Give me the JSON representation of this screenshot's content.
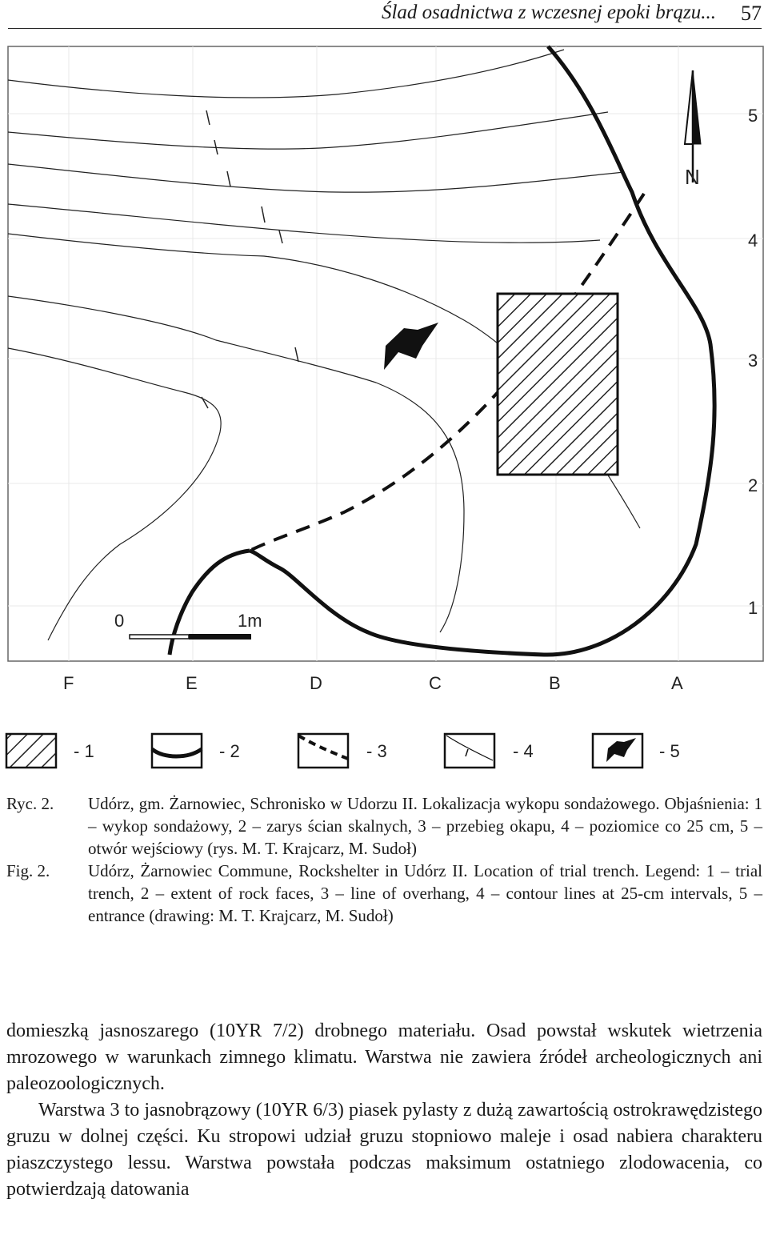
{
  "header": {
    "running_title": "Ślad osadnictwa z wczesnej epoki brązu...",
    "page_number": "57"
  },
  "figure": {
    "row_labels": [
      "5",
      "4",
      "3",
      "2",
      "1"
    ],
    "column_labels": [
      "F",
      "E",
      "D",
      "C",
      "B",
      "A"
    ],
    "north_label": "N",
    "scale": {
      "start": "0",
      "end": "1m"
    },
    "legend": [
      "- 1",
      "- 2",
      "- 3",
      "- 4",
      "- 5"
    ]
  },
  "caption": {
    "pl_label": "Ryc. 2.",
    "pl_text": "Udórz, gm. Żarnowiec, Schronisko w Udorzu II. Lokalizacja wykopu sondażowego. Objaśnienia: 1 – wykop sondażowy, 2 – zarys ścian skalnych, 3 – przebieg okapu, 4 – poziomice co 25 cm, 5 – otwór wejściowy (rys. M. T. Krajcarz, M. Sudoł)",
    "en_label": "Fig. 2.",
    "en_text": "Udórz, Żarnowiec Commune, Rockshelter in Udórz II. Location of trial trench. Legend: 1 – trial trench, 2 – extent of rock faces, 3 – line of overhang, 4 – contour lines at 25-cm intervals, 5 – entrance (drawing: M. T. Krajcarz, M. Sudoł)"
  },
  "body": {
    "paragraph_1": "domieszką jasnoszarego (10YR 7/2) drobnego materiału. Osad powstał wskutek wietrzenia mrozowego w warunkach zimnego klimatu. Warstwa nie zawiera źródeł archeologicznych ani paleozoologicznych.",
    "paragraph_2": "Warstwa 3 to jasnobrązowy (10YR 6/3) piasek pylasty z dużą zawartością ostrokrawędzistego gruzu w dolnej części. Ku stropowi udział gruzu stopniowo maleje i osad nabiera charakteru piaszczystego lessu. Warstwa powstała podczas maksimum ostatniego zlodowacenia, co potwierdzają datowania"
  }
}
